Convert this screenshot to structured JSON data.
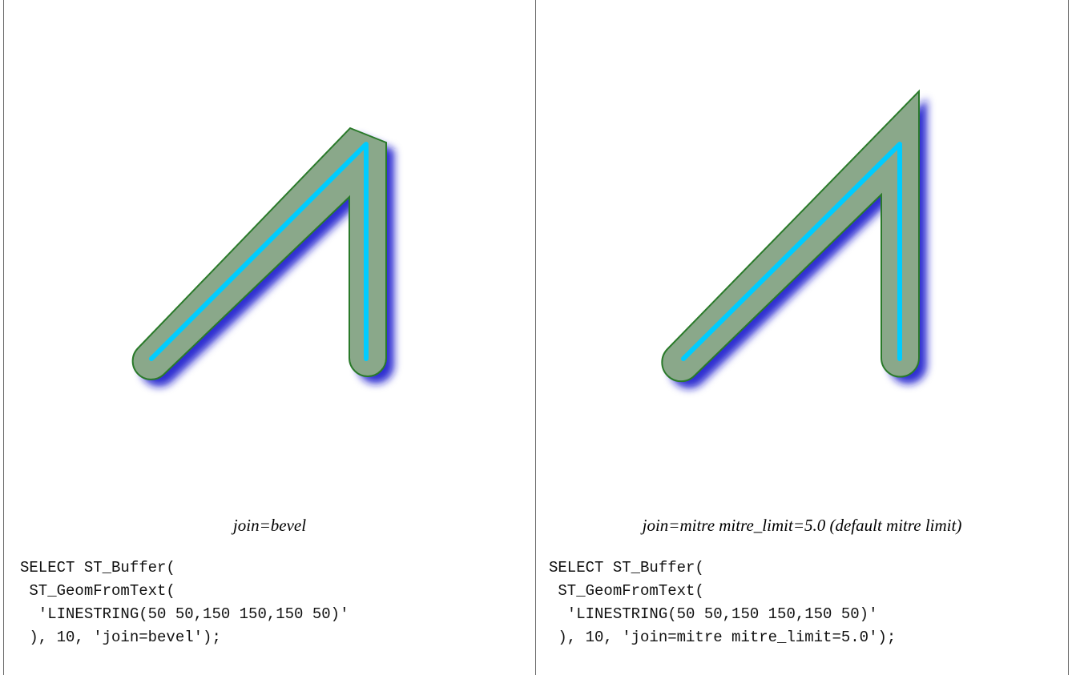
{
  "panels": [
    {
      "caption": "join=bevel",
      "code_lines": [
        "SELECT ST_Buffer(",
        " ST_GeomFromText(",
        "  'LINESTRING(50 50,150 150,150 50)'",
        " ), 10, 'join=bevel');"
      ]
    },
    {
      "caption": "join=mitre mitre_limit=5.0 (default mitre limit)",
      "code_lines": [
        "SELECT ST_Buffer(",
        " ST_GeomFromText(",
        "  'LINESTRING(50 50,150 150,150 50)'",
        " ), 10, 'join=mitre mitre_limit=5.0');"
      ]
    }
  ],
  "colors": {
    "buffer_fill": "#8aa88a",
    "buffer_outline": "#2a7a2a",
    "shadow": "#1a1acc",
    "line": "#00ccff",
    "divider": "#6b6b6b"
  }
}
